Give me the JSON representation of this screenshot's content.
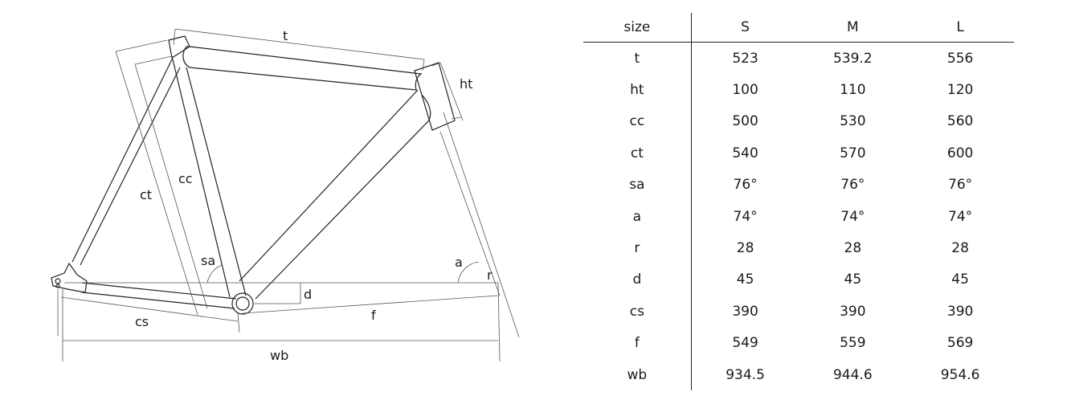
{
  "diagram": {
    "labels": {
      "t": "t",
      "ht": "ht",
      "ct": "ct",
      "cc": "cc",
      "sa": "sa",
      "a": "a",
      "r": "r",
      "d": "d",
      "f": "f",
      "cs": "cs",
      "wb": "wb"
    }
  },
  "table": {
    "header": {
      "label": "size",
      "sizes": [
        "S",
        "M",
        "L"
      ]
    },
    "rows": [
      {
        "label": "t",
        "values": [
          "523",
          "539.2",
          "556"
        ]
      },
      {
        "label": "ht",
        "values": [
          "100",
          "110",
          "120"
        ]
      },
      {
        "label": "cc",
        "values": [
          "500",
          "530",
          "560"
        ]
      },
      {
        "label": "ct",
        "values": [
          "540",
          "570",
          "600"
        ]
      },
      {
        "label": "sa",
        "values": [
          "76°",
          "76°",
          "76°"
        ]
      },
      {
        "label": "a",
        "values": [
          "74°",
          "74°",
          "74°"
        ]
      },
      {
        "label": "r",
        "values": [
          "28",
          "28",
          "28"
        ]
      },
      {
        "label": "d",
        "values": [
          "45",
          "45",
          "45"
        ]
      },
      {
        "label": "cs",
        "values": [
          "390",
          "390",
          "390"
        ]
      },
      {
        "label": "f",
        "values": [
          "549",
          "559",
          "569"
        ]
      },
      {
        "label": "wb",
        "values": [
          "934.5",
          "944.6",
          "954.6"
        ]
      }
    ]
  }
}
